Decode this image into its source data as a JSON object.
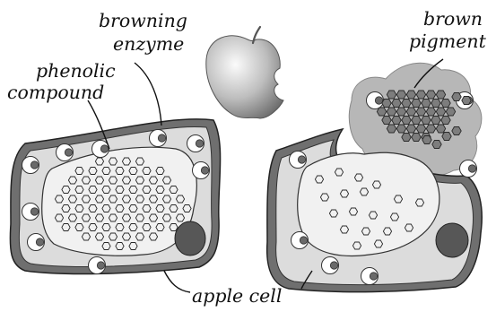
{
  "labels": {
    "browning_line1": "browning",
    "browning_line2": "enzyme",
    "phenolic_line1": "phenolic",
    "phenolic_line2": "compound",
    "brown_line1": "brown",
    "pigment_line2": "pigment",
    "apple_cell": "apple cell"
  },
  "colors": {
    "cell_wall": "#6f6f6f",
    "cytoplasm": "#dcdcdc",
    "vacuole": "#f1f1f1",
    "nucleus": "#575757",
    "pigment_fill": "#7d7d7d",
    "brown_cloud": "#b7b7b7"
  },
  "icons": {
    "apple": "bitten-apple-icon",
    "enzyme": "c-shaped-enzyme-icon",
    "phenolic": "hexagon-icon"
  }
}
